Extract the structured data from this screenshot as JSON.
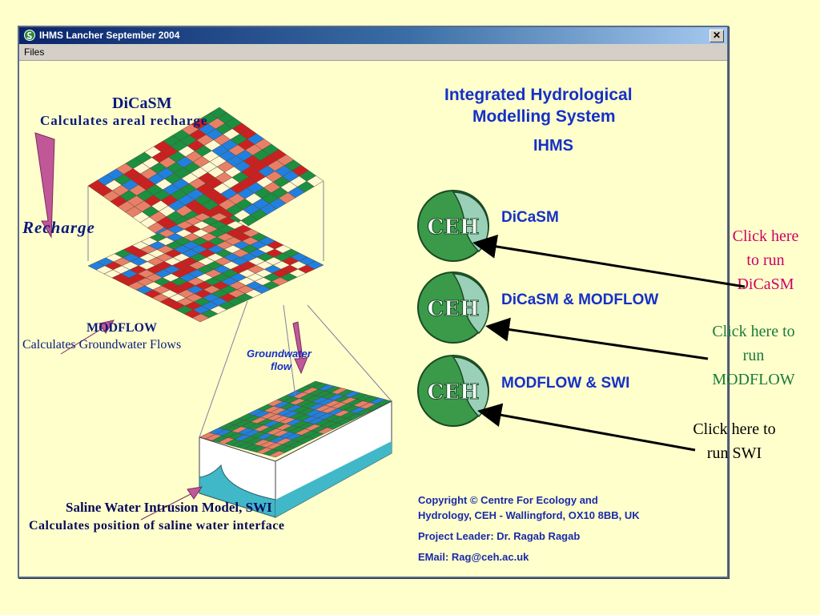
{
  "window": {
    "title": "IHMS Lancher September 2004",
    "menu": {
      "files": "Files"
    }
  },
  "diagram": {
    "dicasm_title": "DiCaSM",
    "dicasm_subtitle": "Calculates areal recharge",
    "recharge_label": "Recharge",
    "modflow_title": "MODFLOW",
    "modflow_subtitle": "Calculates Groundwater Flows",
    "groundwater_flow_line1": "Groundwater",
    "groundwater_flow_line2": "flow",
    "swi_title": "Saline Water Intrusion Model,  SWI",
    "swi_subtitle": "Calculates  position of saline water  interface"
  },
  "heading": {
    "line1": "Integrated Hydrological",
    "line2": "Modelling System",
    "line3": "IHMS"
  },
  "models": [
    {
      "logo_text": "CEH",
      "label": "DiCaSM"
    },
    {
      "logo_text": "CEH",
      "label": "DiCaSM & MODFLOW"
    },
    {
      "logo_text": "CEH",
      "label": "MODFLOW & SWI"
    }
  ],
  "info": {
    "copyright_line1": "Copyright © Centre For Ecology and",
    "copyright_line2": "Hydrology, CEH - Wallingford, OX10 8BB, UK",
    "project_leader": "Project Leader: Dr. Ragab Ragab",
    "email": "EMail: Rag@ceh.ac.uk"
  },
  "callouts": {
    "dicasm": [
      "Click here",
      "to run",
      "DiCaSM"
    ],
    "modflow": [
      "Click here to",
      "run",
      "MODFLOW"
    ],
    "swi": [
      "Click here to",
      "run SWI"
    ]
  },
  "colors": {
    "background": "#ffffcc",
    "heading_blue": "#1530c8",
    "callout_dicasm": "#cc0066",
    "callout_modflow": "#1a7a3a",
    "callout_swi": "#000000",
    "grid_red": "#cc2020",
    "grid_salmon": "#e88068",
    "grid_green": "#1a9040",
    "grid_blue": "#2080e0",
    "grid_cream": "#fff8d0",
    "logo_green": "#3a9a4a",
    "logo_light": "#9ad0b8"
  }
}
